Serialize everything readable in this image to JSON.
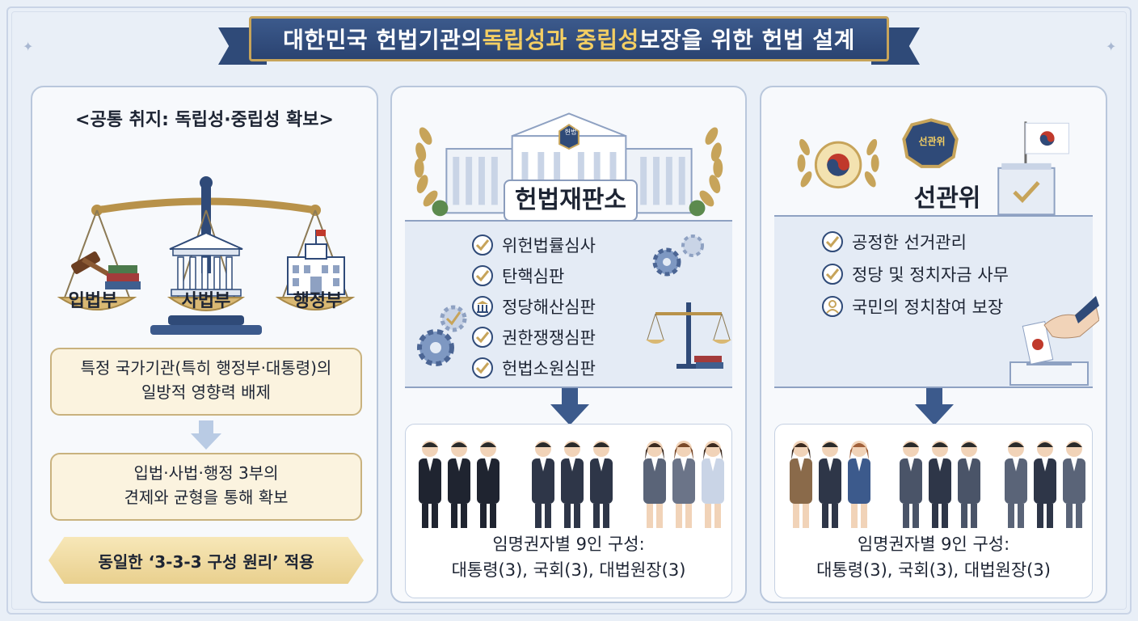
{
  "title": {
    "prefix": "대한민국 헌법기관의 ",
    "highlight": "독립성과 중립성",
    "suffix": " 보장을 위한 헌법 설계"
  },
  "left_panel": {
    "heading": "<공통 취지: 독립성·중립성 확보>",
    "branches": [
      "입법부",
      "사법부",
      "행정부"
    ],
    "box1_lines": [
      "특정 국가기관(특히 행정부·대통령)의",
      "일방적 영향력 배제"
    ],
    "box2_lines": [
      "입법·사법·행정 3부의",
      "견제와 균형을 통해 확보"
    ],
    "principle": "동일한 ‘3-3-3 구성 원리’ 적용"
  },
  "court_panel": {
    "name": "헌법재판소",
    "emblem_text": "헌법",
    "duties": [
      "위헌법률심사",
      "탄핵심판",
      "정당해산심판",
      "권한쟁쟁심판",
      "헌법소원심판"
    ],
    "composition_line1": "임명권자별 9인 구성:",
    "composition_line2": "대통령(3), 국회(3), 대법원장(3)"
  },
  "election_panel": {
    "name": "선관위",
    "emblem_text": "선관위",
    "duties": [
      "공정한 선거관리",
      "정당 및 정치자금 사무",
      "국민의 정치참여 보장"
    ],
    "composition_line1": "임명권자별 9인 구성:",
    "composition_line2": "대통령(3), 국회(3), 대법원장(3)"
  },
  "colors": {
    "navy": "#2f4a78",
    "gold": "#c7a45a",
    "highlight": "#f4cf63",
    "panel_bg": "#f7f9fc"
  },
  "icons": [
    "scale-icon",
    "gavel-icon",
    "books-icon",
    "building-icon",
    "check-icon",
    "gear-icon",
    "laurel-icon",
    "ballot-box-icon",
    "flag-icon",
    "person-icon"
  ]
}
